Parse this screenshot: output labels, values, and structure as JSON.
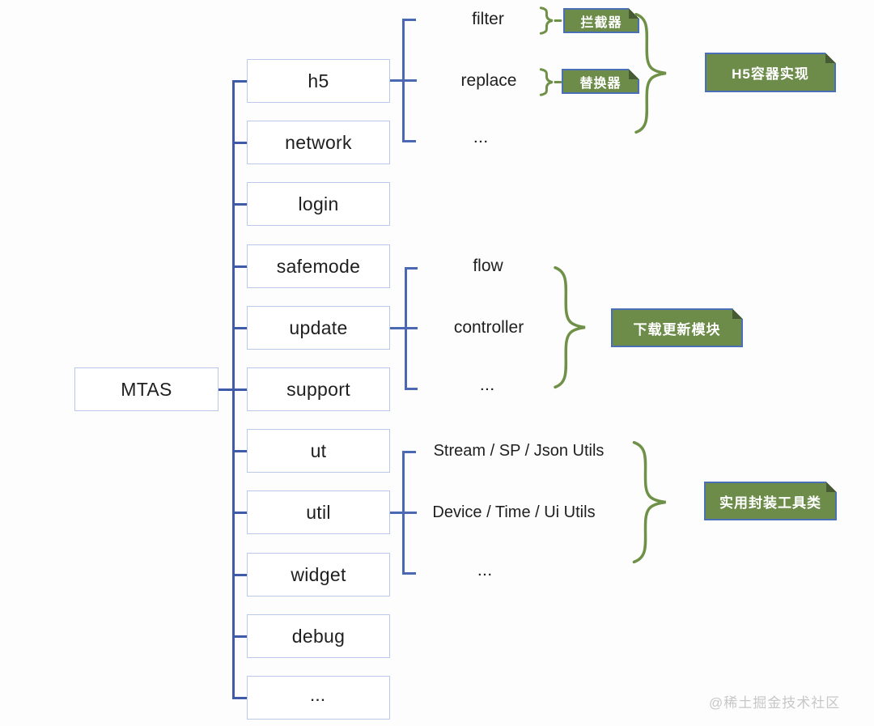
{
  "diagram": {
    "root": "MTAS",
    "modules": [
      "h5",
      "network",
      "login",
      "safemode",
      "update",
      "support",
      "ut",
      "util",
      "widget",
      "debug",
      "..."
    ],
    "h5_group": {
      "items": [
        "filter",
        "replace",
        "..."
      ],
      "tag_filter": "拦截器",
      "tag_replace": "替换器",
      "summary": "H5容器实现"
    },
    "update_group": {
      "items": [
        "flow",
        "controller",
        "..."
      ],
      "summary": "下载更新模块"
    },
    "util_group": {
      "items": [
        "Stream / SP / Json Utils",
        "Device / Time / Ui Utils",
        "..."
      ],
      "summary": "实用封装工具类"
    },
    "watermark": "@稀土掘金技术社区",
    "colors": {
      "trunk_line": "#3e5aa8",
      "bracket_line": "#4a69b2",
      "tree_box_border": "#bcc8e8",
      "green_fill": "#6d8c4a",
      "green_border": "#4b6fb6",
      "brace_green": "#6f9147",
      "watermark_gray": "#c7c7c7"
    }
  }
}
